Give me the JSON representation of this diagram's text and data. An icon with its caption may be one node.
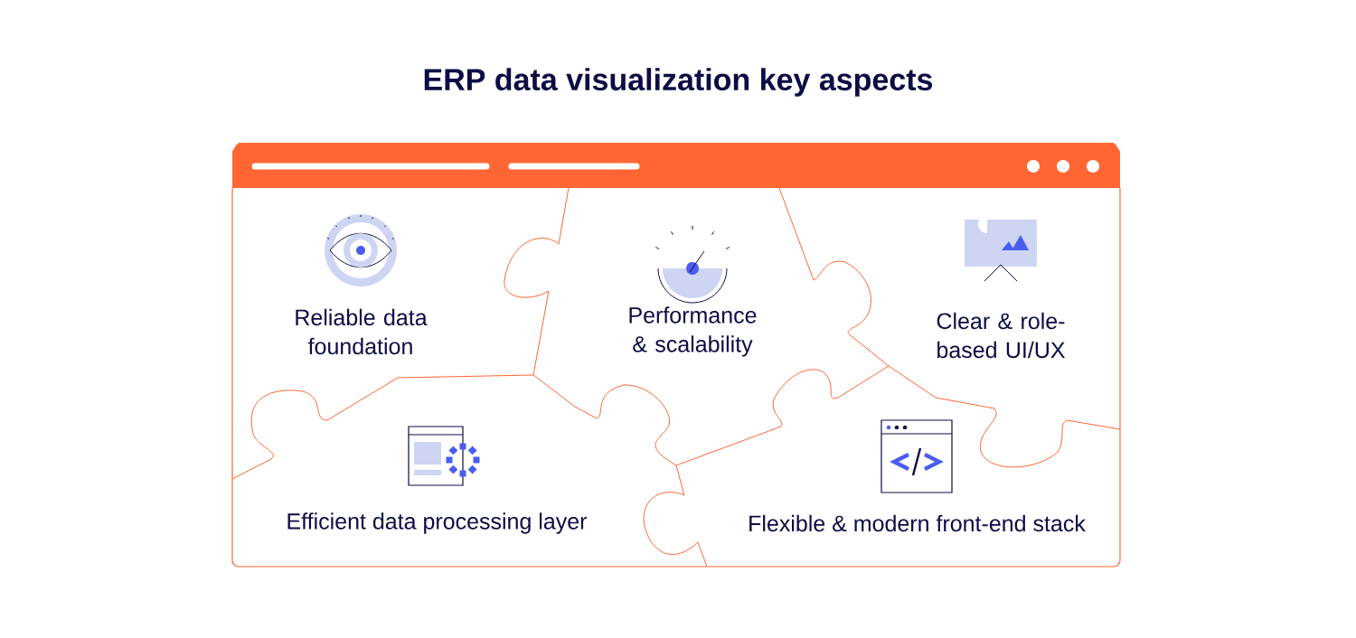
{
  "diagram": {
    "title": "ERP data visualization key aspects",
    "nodes": [
      {
        "text": [
          "Reliable data foundation"
        ]
      },
      {
        "text": [
          "Performance & scalability"
        ]
      },
      {
        "text": [
          "Efficient data processing layer"
        ]
      },
      {
        "text": [
          "Clear & role-based UI/UX"
        ]
      },
      {
        "text": [
          "Flexible & modern front-end stack"
        ]
      }
    ]
  }
}
